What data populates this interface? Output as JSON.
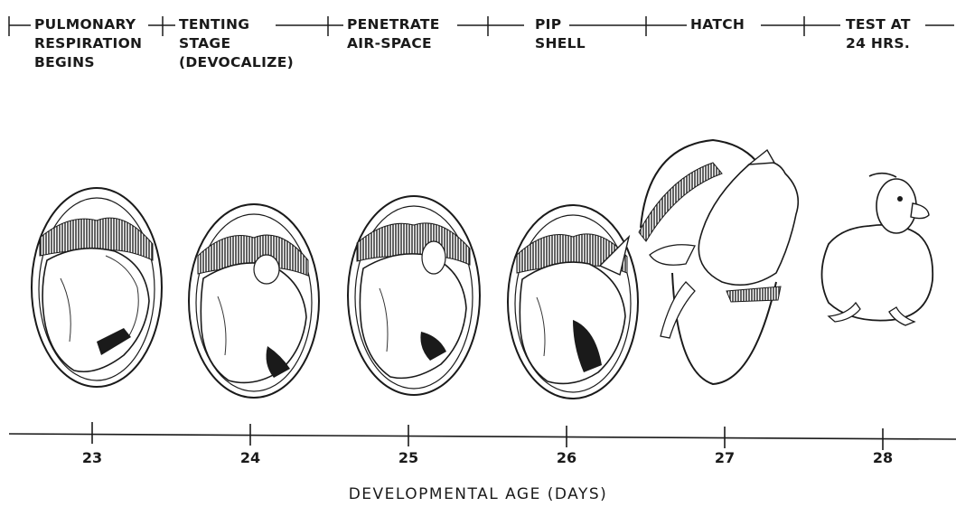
{
  "stages": [
    {
      "label": "PULMONARY\nRESPIRATION\nBEGINS"
    },
    {
      "label": "TENTING\nSTAGE\n(DEVOCALIZE)"
    },
    {
      "label": "PENETRATE\nAIR-SPACE"
    },
    {
      "label": "PIP\nSHELL"
    },
    {
      "label": "HATCH"
    },
    {
      "label": "TEST AT\n24 HRS."
    }
  ],
  "axis": {
    "days": [
      "23",
      "24",
      "25",
      "26",
      "27",
      "28"
    ],
    "title": "DEVELOPMENTAL AGE (DAYS)"
  },
  "illustrations": [
    {
      "icon": "embryo-in-egg-icon",
      "day": "23"
    },
    {
      "icon": "embryo-in-egg-icon",
      "day": "24"
    },
    {
      "icon": "embryo-in-egg-icon",
      "day": "25"
    },
    {
      "icon": "embryo-pipping-egg-icon",
      "day": "26"
    },
    {
      "icon": "hatching-duckling-icon",
      "day": "27"
    },
    {
      "icon": "duckling-icon",
      "day": "28"
    }
  ]
}
